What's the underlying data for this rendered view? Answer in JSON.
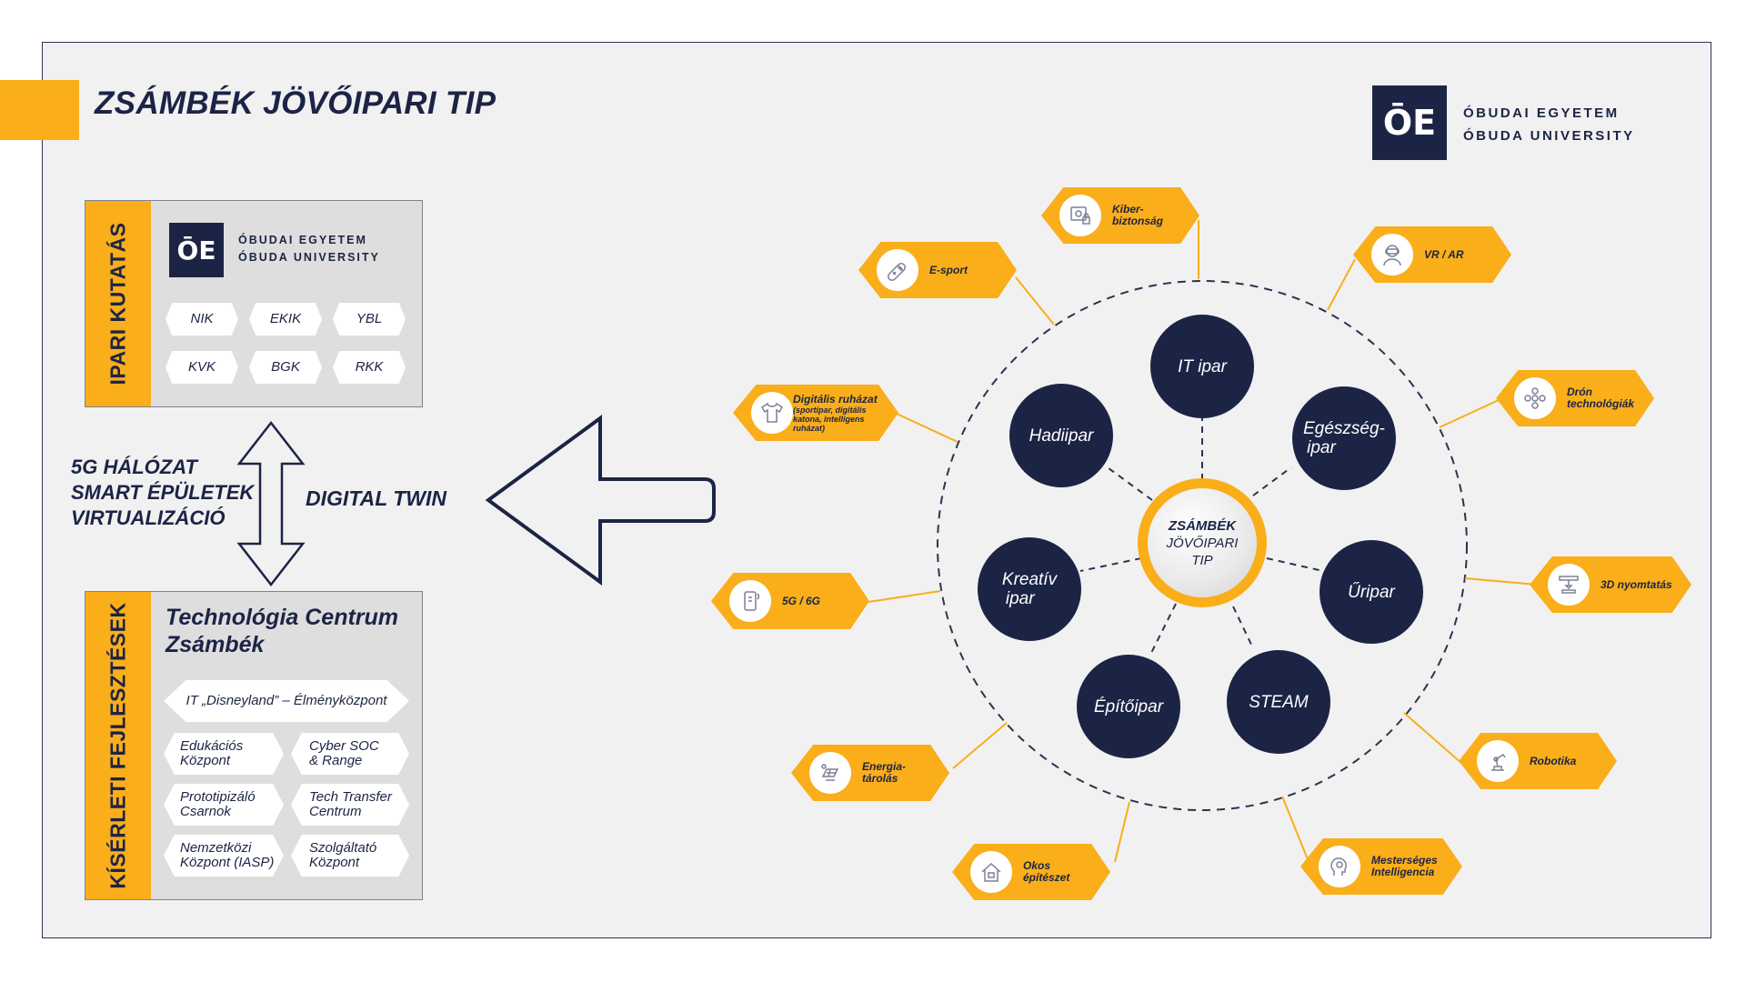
{
  "title": "ZSÁMBÉK JÖVŐIPARI TIP",
  "logo": {
    "mark": "ŌE",
    "line1": "ÓBUDAI EGYETEM",
    "line2": "ÓBUDA UNIVERSITY"
  },
  "research_panel": {
    "label": "IPARI KUTATÁS",
    "faculties": [
      "NIK",
      "EKIK",
      "YBL",
      "KVK",
      "BGK",
      "RKK"
    ]
  },
  "middle": {
    "lines": [
      "5G HÁLÓZAT",
      "SMART ÉPÜLETEK",
      "VIRTUALIZÁCIÓ"
    ],
    "digital_twin": "DIGITAL TWIN"
  },
  "dev_panel": {
    "label": "KÍSÉRLETI FEJLESZTÉSEK",
    "title_line1": "Technológia Centrum",
    "title_line2": "Zsámbék",
    "wide_item": "IT „Disneyland” – Élményközpont",
    "items": [
      [
        "Edukációs",
        "Központ"
      ],
      [
        "Cyber SOC",
        "& Range"
      ],
      [
        "Prototipizáló",
        "Csarnok"
      ],
      [
        "Tech Transfer",
        "Centrum"
      ],
      [
        "Nemzetközi",
        "Központ (IASP)"
      ],
      [
        "Szolgáltató",
        "Központ"
      ]
    ]
  },
  "hub": {
    "center": [
      "ZSÁMBÉK",
      "JÖVŐIPARI",
      "TIP"
    ],
    "nodes": [
      [
        "IT ipar"
      ],
      [
        "Egészség-",
        "ipar"
      ],
      [
        "Űripar"
      ],
      [
        "STEAM"
      ],
      [
        "Építőipar"
      ],
      [
        "Kreatív",
        "ipar"
      ],
      [
        "Hadiipar"
      ]
    ]
  },
  "tags": [
    {
      "lines": [
        "Kiber-",
        "biztonság"
      ],
      "icon": "cyber-security-icon"
    },
    {
      "lines": [
        "E-sport"
      ],
      "icon": "gamepad-icon"
    },
    {
      "lines": [
        "VR / AR"
      ],
      "icon": "vr-headset-icon"
    },
    {
      "lines": [
        "Digitális ruházat"
      ],
      "sub": [
        "(sportipar, digitális",
        "katona, intelligens",
        "ruházat)"
      ],
      "icon": "tshirt-icon"
    },
    {
      "lines": [
        "Drón",
        "technológiák"
      ],
      "icon": "drone-icon"
    },
    {
      "lines": [
        "5G / 6G"
      ],
      "icon": "phone-signal-icon"
    },
    {
      "lines": [
        "3D nyomtatás"
      ],
      "icon": "3d-printer-icon"
    },
    {
      "lines": [
        "Energia-",
        "tárolás"
      ],
      "icon": "solar-panel-icon"
    },
    {
      "lines": [
        "Robotika"
      ],
      "icon": "robot-arm-icon"
    },
    {
      "lines": [
        "Okos",
        "építészet"
      ],
      "icon": "smart-house-icon"
    },
    {
      "lines": [
        "Mesterséges",
        "Intelligencia"
      ],
      "icon": "ai-head-icon"
    }
  ],
  "colors": {
    "navy": "#1c2446",
    "orange": "#f9ae1a",
    "panel": "#dedede",
    "background": "#f1f1f1"
  }
}
